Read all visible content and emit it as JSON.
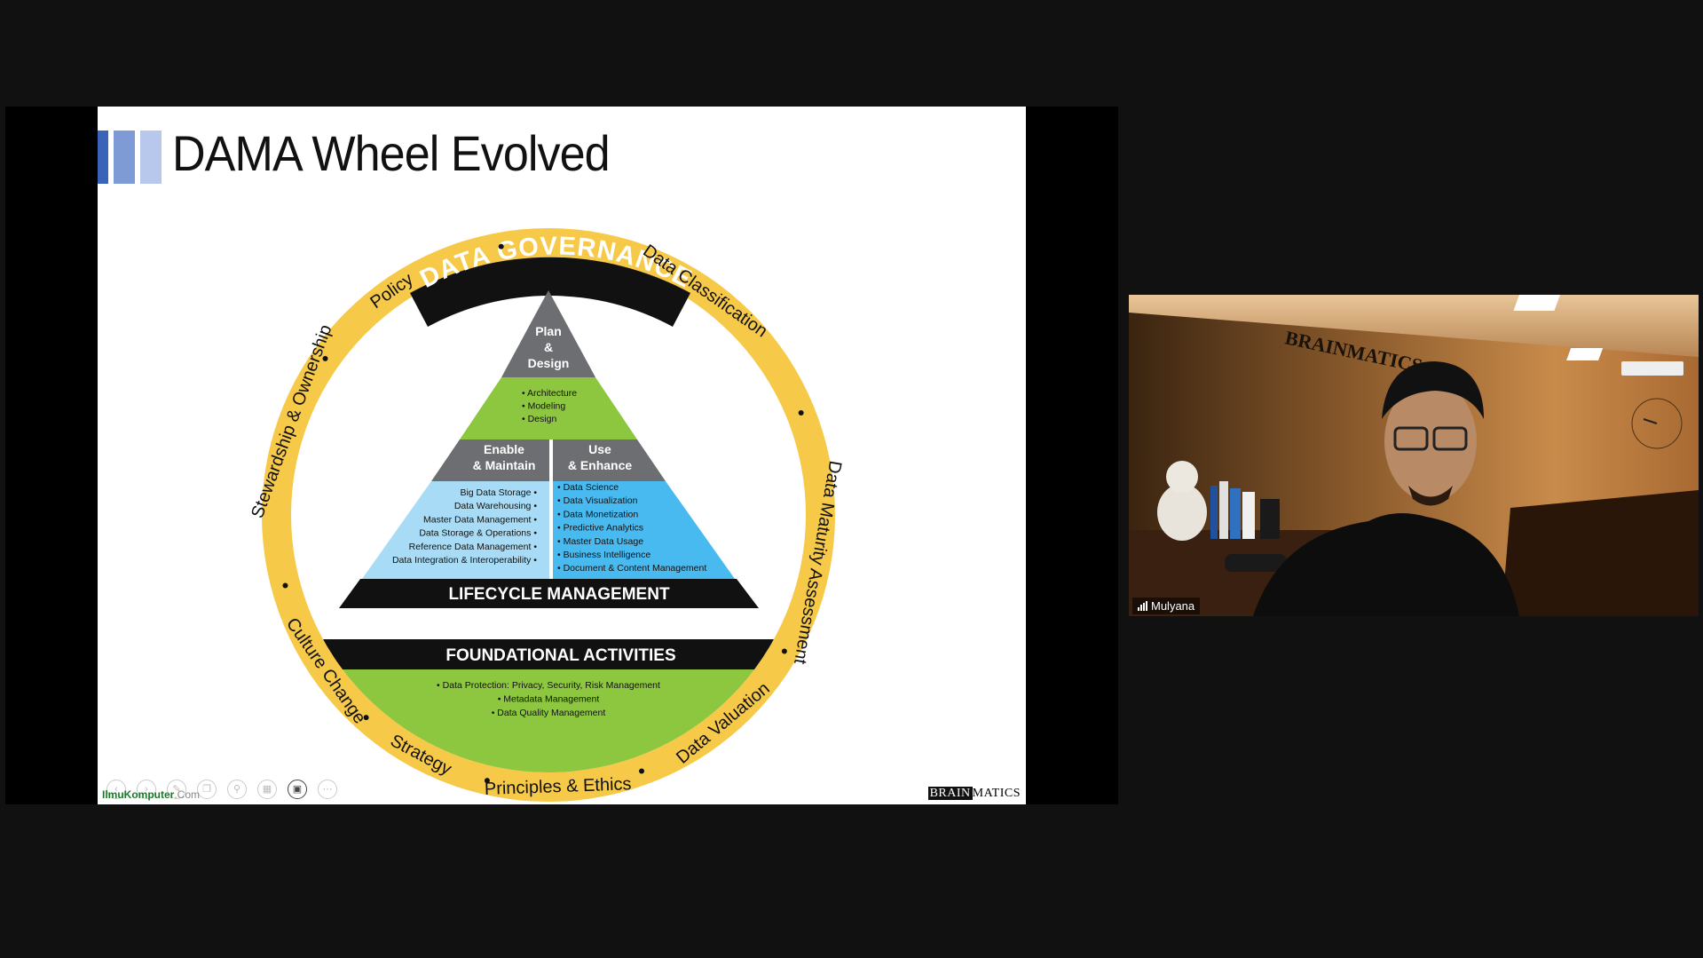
{
  "slide": {
    "title": "DAMA Wheel Evolved",
    "title_bar_colors": [
      "#3a64b8",
      "#7f9bd6",
      "#b8c8ec"
    ],
    "footer_left": "IlmuKomputer",
    "footer_left_suffix": ".Com",
    "footer_right_brain": "BRAIN",
    "footer_right_matics": "MATICS"
  },
  "wheel": {
    "top_label": "DATA GOVERNANCE",
    "ring_items": [
      "Policy",
      "Stewardship & Ownership",
      "Culture Change",
      "Strategy",
      "Principles & Ethics",
      "Data Valuation",
      "Data Maturity Assessment",
      "Data Classification"
    ],
    "pyramid": {
      "top_label": "Plan & Design",
      "top_label_lines": [
        "Plan",
        "&",
        "Design"
      ],
      "top_items": [
        "• Architecture",
        "• Modeling",
        "• Design"
      ],
      "left_header_lines": [
        "Enable",
        "& Maintain"
      ],
      "left_items": [
        "Big Data Storage •",
        "Data Warehousing •",
        "Master Data Management •",
        "Data Storage & Operations •",
        "Reference Data Management •",
        "Data Integration & Interoperability •"
      ],
      "right_header_lines": [
        "Use",
        "& Enhance"
      ],
      "right_items": [
        "• Data Science",
        "• Data Visualization",
        "• Data Monetization",
        "• Predictive Analytics",
        "• Master Data Usage",
        "• Business Intelligence",
        "• Document & Content Management"
      ],
      "lifecycle_label": "LIFECYCLE MANAGEMENT"
    },
    "foundational": {
      "label": "FOUNDATIONAL ACTIVITIES",
      "items": [
        "• Data Protection: Privacy, Security, Risk Management",
        "• Metadata Management",
        "• Data Quality Management"
      ]
    },
    "colors": {
      "ring": "#f7c948",
      "black": "#111111",
      "green": "#8dc63f",
      "light_blue": "#a8dcf6",
      "blue": "#48baf0",
      "grey": "#6d6e71"
    }
  },
  "video": {
    "participant_name": "Mulyana",
    "wall_sign": "BRAINMATICS"
  }
}
